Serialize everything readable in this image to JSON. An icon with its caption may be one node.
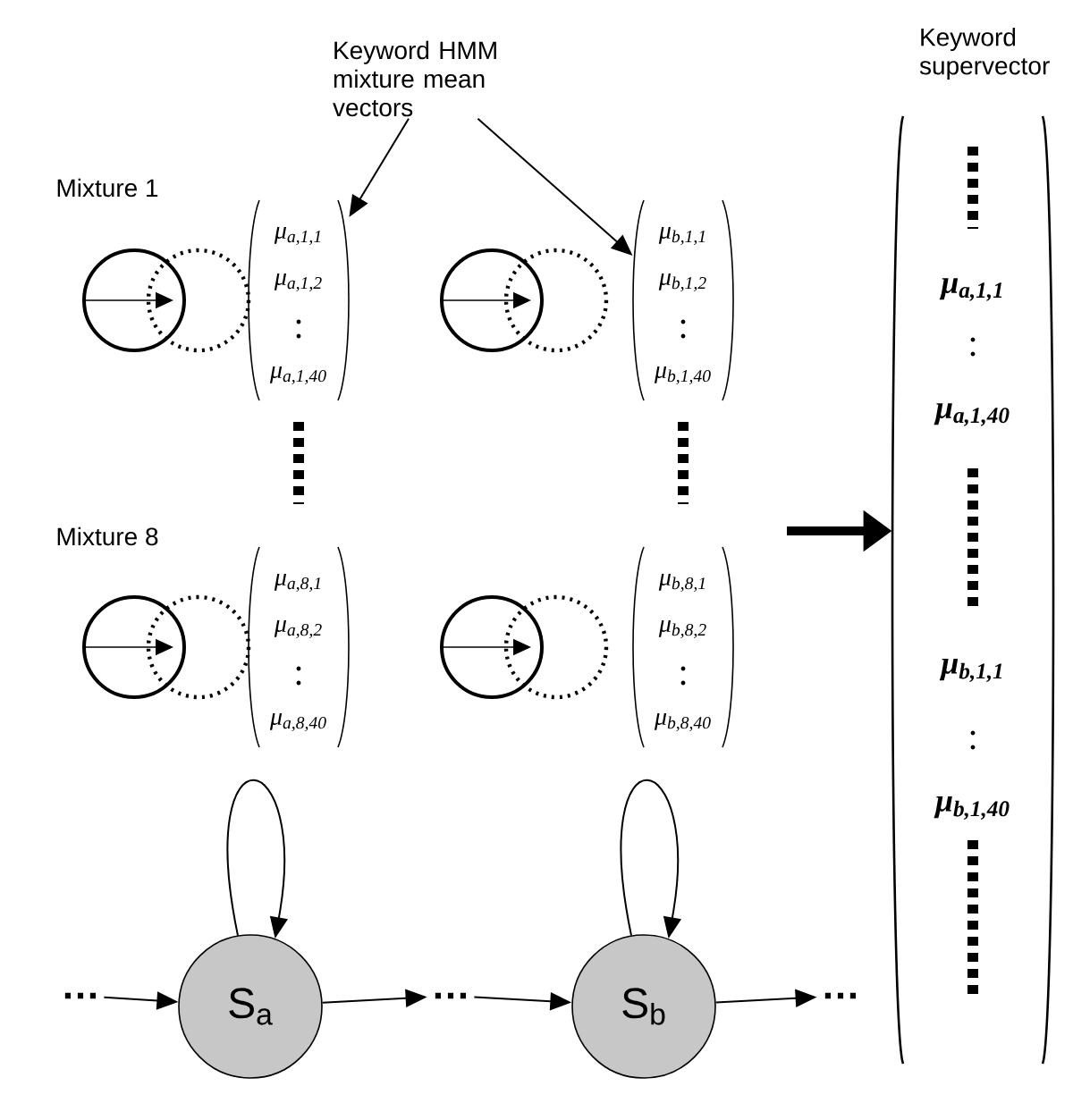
{
  "diagram": {
    "nodes": [
      {
        "text": [
          "Keyword HMM mixture mean vectors"
        ]
      },
      {
        "text": [
          "μ$_{a,1,1}$",
          "μ$_{a,1,2}$",
          "μ$_{a,1,40}$"
        ]
      },
      {
        "text": [
          "μ$_{b,1,1}$",
          "μ$_{b,1,2}$",
          "μ$_{b,1,40}$"
        ]
      },
      {
        "text": [
          "μ$_{a,8,1}$",
          "μ$_{a,8,2}$",
          "μ$_{a,8,40}$"
        ]
      },
      {
        "text": [
          "μ$_{b,8,1}$",
          "μ$_{b,8,2}$",
          "μ$_{b,8,40}$"
        ]
      },
      {
        "text": [
          "Keyword supervector",
          "μ$_{a,1,1}$",
          "μ$_{a,1,40}$",
          "μ$_{b,1,1}$",
          "μ$_{b,1,40}$"
        ]
      },
      {
        "text": [
          "S$_{a}$"
        ]
      },
      {
        "text": [
          "S$_{b}$"
        ]
      },
      {
        "text": [
          "…"
        ]
      },
      {
        "text": [
          "…"
        ]
      },
      {
        "text": [
          "…"
        ]
      }
    ],
    "edges": [
      {
        "from": 0,
        "to": 1,
        "arrow": "to"
      },
      {
        "from": 0,
        "to": 2,
        "arrow": "to"
      },
      {
        "from": null,
        "to": 5,
        "arrow": "to",
        "style": "thick"
      },
      {
        "from": 8,
        "to": 6,
        "arrow": "to"
      },
      {
        "from": 6,
        "to": 6,
        "arrow": "to"
      },
      {
        "from": 6,
        "to": 9,
        "arrow": "to"
      },
      {
        "from": 9,
        "to": 7,
        "arrow": "to"
      },
      {
        "from": 7,
        "to": 7,
        "arrow": "to"
      },
      {
        "from": 7,
        "to": 10,
        "arrow": "to"
      }
    ],
    "labels": [
      "Mixture 1",
      "Mixture 8"
    ]
  }
}
